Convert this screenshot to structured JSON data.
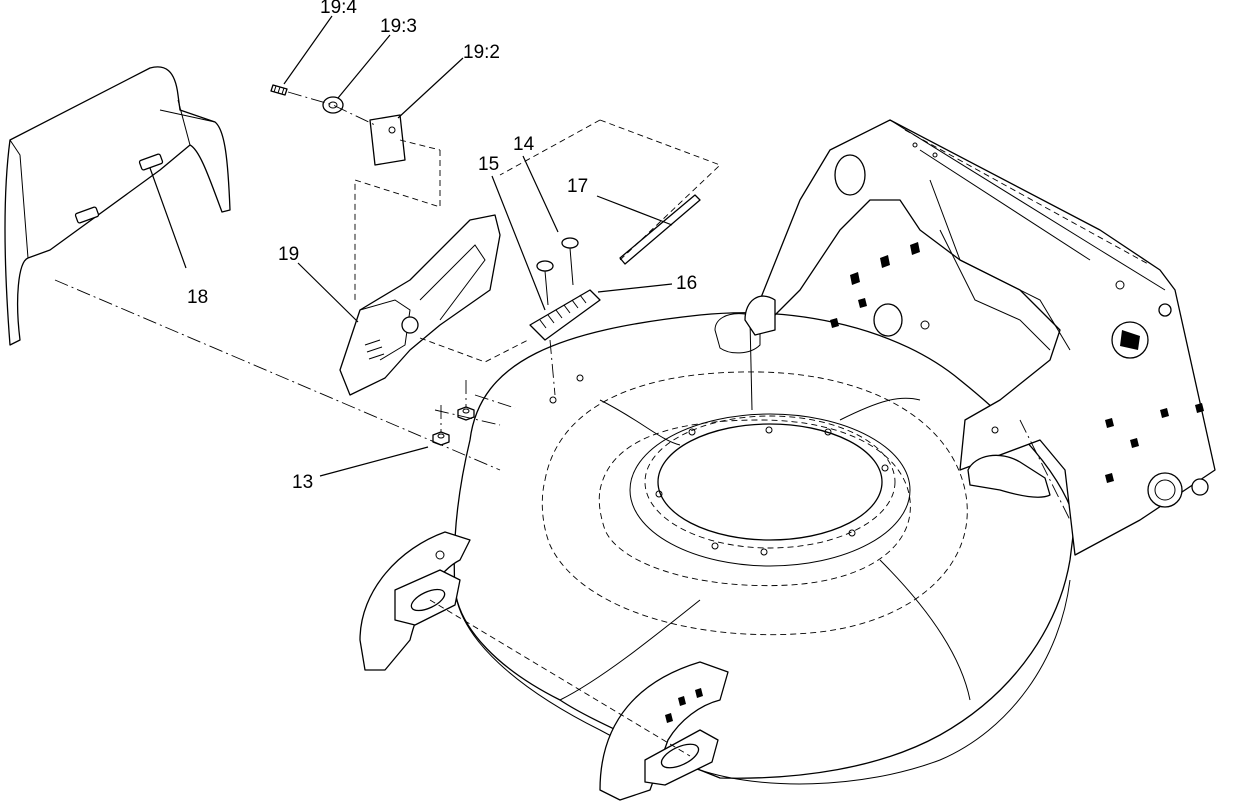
{
  "callouts": {
    "c19_4": "19:4",
    "c19_3": "19:3",
    "c19_2": "19:2",
    "c14": "14",
    "c15": "15",
    "c17": "17",
    "c19": "19",
    "c18": "18",
    "c16": "16",
    "c13": "13"
  },
  "colors": {
    "line": "#000000",
    "background": "#ffffff"
  }
}
